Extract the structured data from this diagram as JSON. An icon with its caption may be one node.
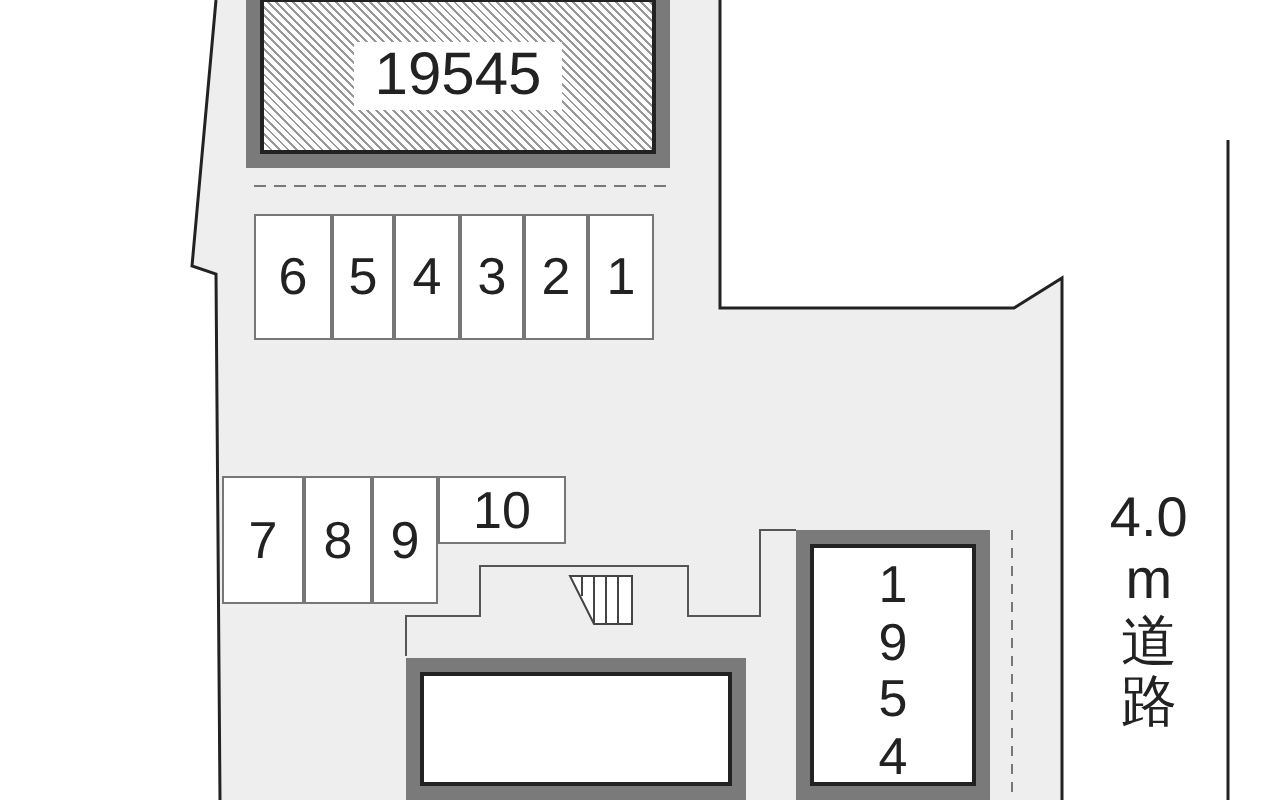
{
  "diagram": {
    "nodes": [
      {
        "text": [
          "19545"
        ]
      },
      {
        "text": [
          "6"
        ]
      },
      {
        "text": [
          "5"
        ]
      },
      {
        "text": [
          "4"
        ]
      },
      {
        "text": [
          "3"
        ]
      },
      {
        "text": [
          "2"
        ]
      },
      {
        "text": [
          "1"
        ]
      },
      {
        "text": [
          "7"
        ]
      },
      {
        "text": [
          "8"
        ]
      },
      {
        "text": [
          "9"
        ]
      },
      {
        "text": [
          "10"
        ]
      },
      {
        "text": [],
        "shape": "box"
      },
      {
        "text": [
          "1954"
        ]
      }
    ],
    "labels": [
      "4.0m道路"
    ]
  }
}
